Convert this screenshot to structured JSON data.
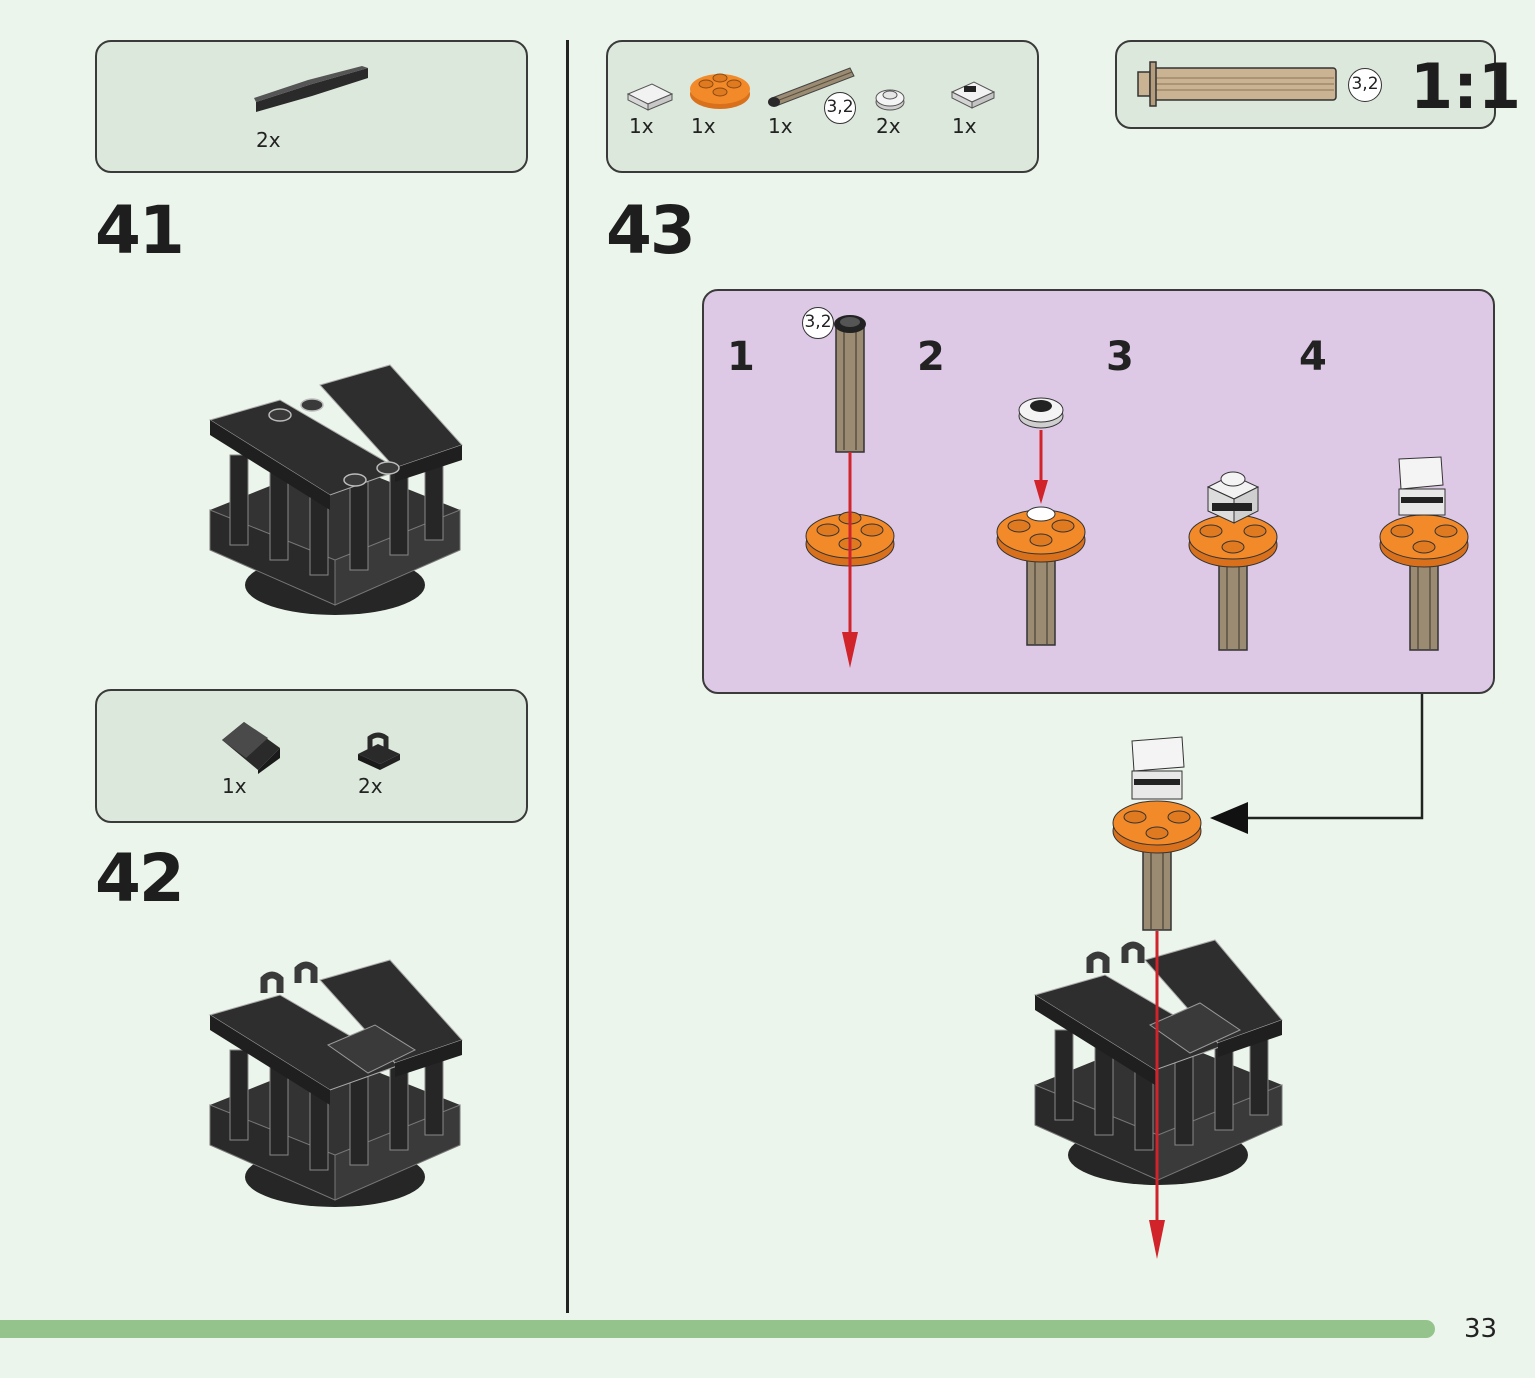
{
  "page": {
    "number": "33"
  },
  "step41": {
    "number": "41",
    "parts": [
      {
        "qty": "2x",
        "part": "black 1x4 tile"
      }
    ]
  },
  "step42": {
    "number": "42",
    "parts": [
      {
        "qty": "1x",
        "part": "black slope"
      },
      {
        "qty": "2x",
        "part": "black clip plate"
      }
    ]
  },
  "step43": {
    "number": "43",
    "parts": [
      {
        "qty": "1x",
        "part": "white tile"
      },
      {
        "qty": "1x",
        "part": "orange round plate"
      },
      {
        "qty": "1x",
        "part": "tan axle",
        "badge": "3,2"
      },
      {
        "qty": "2x",
        "part": "white round plate"
      },
      {
        "qty": "1x",
        "part": "white plate with knob"
      }
    ],
    "scale": {
      "badge": "3,2",
      "ratio": "1:1"
    },
    "substeps": {
      "badge": "3,2",
      "labels": [
        "1",
        "2",
        "3",
        "4"
      ]
    }
  },
  "colors": {
    "page_bg": "#ebf5ec",
    "parts_box": "#dce8db",
    "substep_panel": "#ddc9e6",
    "footer_bar": "#94c48c",
    "arrow_red": "#d0232a",
    "brick_black": "#2e2e2e",
    "brick_orange": "#f28a2a",
    "brick_tan": "#9a8b72"
  }
}
